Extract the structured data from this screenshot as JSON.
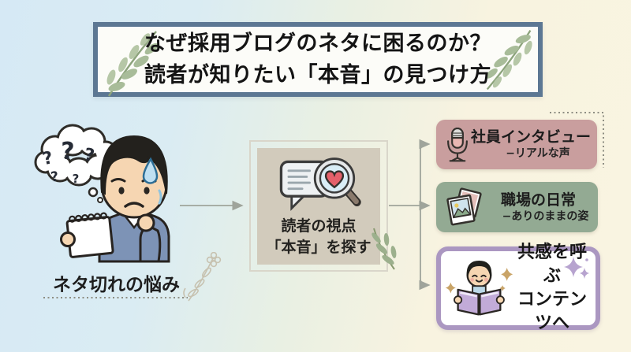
{
  "title": {
    "line1": "なぜ採用ブログのネタに困るのか？",
    "line2": "読者が知りたい「本音」の見つけ方"
  },
  "problem": {
    "label": "ネタ切れの悩み",
    "question_marks": [
      "?",
      "?",
      "?",
      "?",
      "?"
    ]
  },
  "process": {
    "line1": "読者の視点",
    "line2": "「本音」を探す"
  },
  "branches": [
    {
      "title": "社員インタビュー",
      "subtitle": "−リアルな声",
      "icon": "microphone-icon"
    },
    {
      "title": "職場の日常",
      "subtitle": "−ありのままの姿",
      "icon": "photos-icon"
    }
  ],
  "result": {
    "line1": "共感を呼ぶ",
    "line2": "コンテンツへ",
    "icon": "reading-person-icon"
  },
  "colors": {
    "title_border": "#5c7793",
    "box_pink": "#c99e9e",
    "box_green": "#93aa93",
    "box_purple_border": "#ab97c1",
    "box_tan": "#d2cbbc",
    "leaf_green": "#a8bc99",
    "arrow_gray": "#9fa49b",
    "background_left": "#d6e9f5",
    "background_right": "#f9f4e1"
  }
}
